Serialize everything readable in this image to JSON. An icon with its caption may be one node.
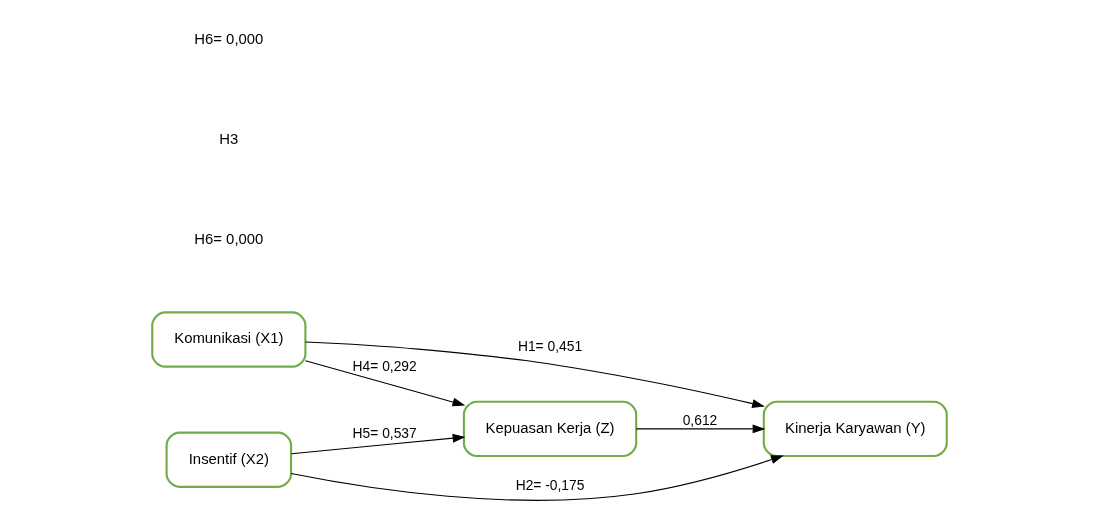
{
  "diagram": {
    "nodes": [
      {
        "text": [
          "Komunikasi (X1)"
        ]
      },
      {
        "text": [
          "Insentif (X2)"
        ]
      },
      {
        "text": [
          "Kepuasan Kerja (Z)"
        ]
      },
      {
        "text": [
          "Kinerja Karyawan (Y)"
        ]
      }
    ],
    "edges": [
      {
        "from": 0,
        "to": 3,
        "arrow": "to",
        "label": "H1= 0,451"
      },
      {
        "from": 0,
        "to": 2,
        "arrow": "to",
        "label": "H4= 0,292"
      },
      {
        "from": 1,
        "to": 2,
        "arrow": "to",
        "label": "H5= 0,537"
      },
      {
        "from": 2,
        "to": 3,
        "arrow": "to",
        "label": "0,612"
      },
      {
        "from": 1,
        "to": 3,
        "arrow": "to",
        "label": "H2= -0,175"
      }
    ],
    "labels": [
      "H6= 0,000",
      "H3",
      "H6= 0,000"
    ]
  }
}
